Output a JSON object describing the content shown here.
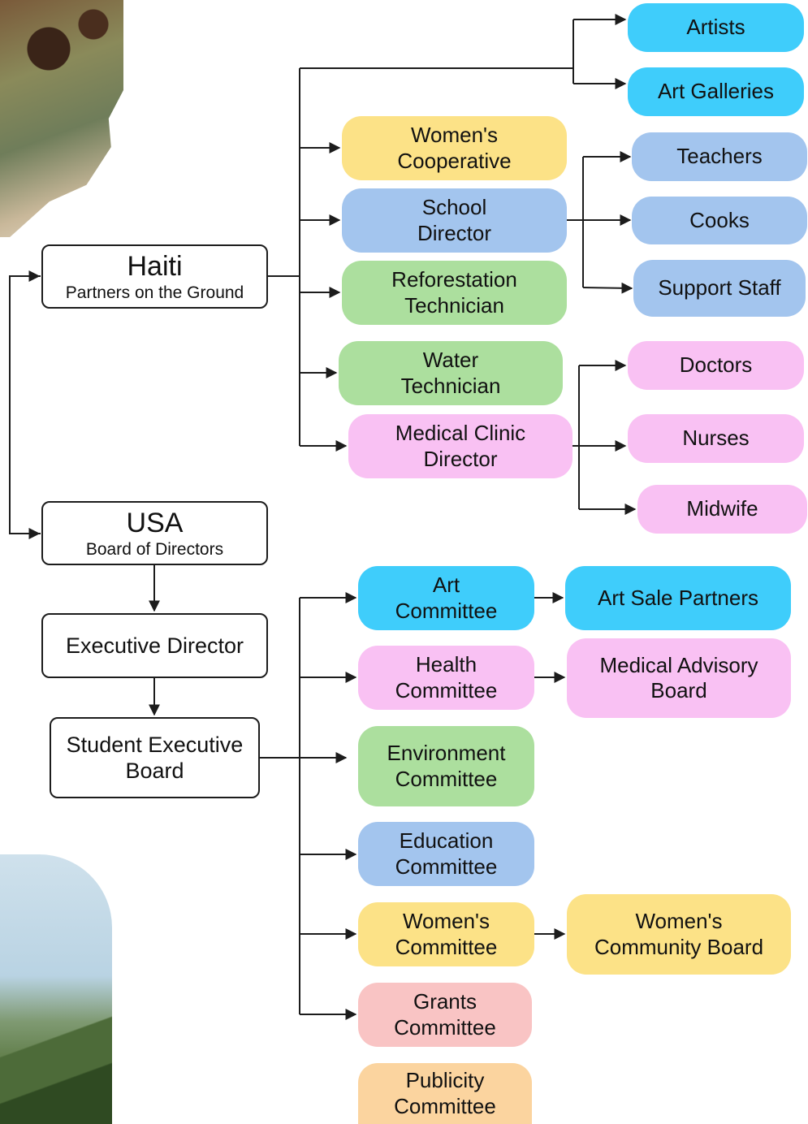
{
  "colors": {
    "blue": "#3fcdfb",
    "lightblue": "#a3c5ee",
    "yellow": "#fce287",
    "green": "#acdf9e",
    "pink": "#f9c1f3",
    "salmon": "#f9c4c4",
    "peach": "#fbd49f",
    "line": "#1c1c1c"
  },
  "main_boxes": {
    "haiti": {
      "title": "Haiti",
      "subtitle": "Partners on the Ground"
    },
    "usa": {
      "title": "USA",
      "subtitle": "Board of Directors"
    },
    "executive_director": "Executive Director",
    "student_board": "Student Executive\nBoard"
  },
  "haiti_roles": {
    "artists": "Artists",
    "art_galleries": "Art Galleries",
    "womens_cooperative": "Women's\nCooperative",
    "school_director": "School\nDirector",
    "teachers": "Teachers",
    "cooks": "Cooks",
    "support_staff": "Support Staff",
    "reforestation_technician": "Reforestation\nTechnician",
    "water_technician": "Water\nTechnician",
    "medical_clinic_director": "Medical Clinic\nDirector",
    "doctors": "Doctors",
    "nurses": "Nurses",
    "midwife": "Midwife"
  },
  "committees": {
    "art_committee": "Art\nCommittee",
    "art_sale_partners": "Art Sale Partners",
    "health_committee": "Health\nCommittee",
    "medical_advisory_board": "Medical Advisory\nBoard",
    "environment_committee": "Environment\nCommittee",
    "education_committee": "Education\nCommittee",
    "womens_committee": "Women's\nCommittee",
    "womens_community_board": "Women's\nCommunity Board",
    "grants_committee": "Grants\nCommittee",
    "publicity_committee": "Publicity\nCommittee"
  }
}
